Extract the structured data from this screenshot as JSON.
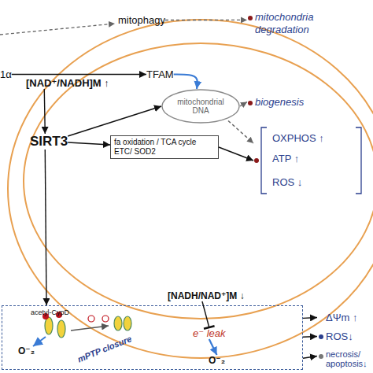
{
  "diagram": {
    "nodes": [
      {
        "text": [
          "mitophagy"
        ]
      },
      {
        "text": [
          "mitochondria degradation"
        ]
      },
      {
        "text": [
          "1α"
        ]
      },
      {
        "text": [
          "TFAM"
        ]
      },
      {
        "text": [
          "mitochondrial DNA"
        ]
      },
      {
        "text": [
          "biogenesis"
        ]
      },
      {
        "text": [
          "[NAD⁺/NADH]M ↑"
        ]
      },
      {
        "text": [
          "SIRT3"
        ]
      },
      {
        "text": [
          "fa oxidation / TCA cycle ETC/ SOD2"
        ]
      },
      {
        "text": [
          "OXPHOS ↑",
          "ATP ↑",
          "ROS ↓"
        ]
      },
      {
        "text": [
          "acetyl-CypD",
          "O⁻₂",
          "mPTP closure"
        ]
      },
      {
        "text": [
          "[NADH/NAD⁺]M ↓"
        ]
      },
      {
        "text": [
          "e⁻ leak"
        ],
        "in": 10
      },
      {
        "text": [
          "O⁻₂"
        ],
        "in": 10
      },
      {
        "text": [
          "ΔΨm ↑"
        ]
      },
      {
        "text": [
          "ROS↓"
        ]
      },
      {
        "text": [
          "necrosis/ apoptosis↓"
        ]
      }
    ],
    "edges": [
      {
        "from": 0,
        "to": 1,
        "arrow": "to"
      },
      {
        "from": 2,
        "to": 3,
        "arrow": "to"
      },
      {
        "from": 3,
        "to": 4,
        "arrow": "to"
      },
      {
        "from": 4,
        "to": 5,
        "arrow": "to"
      },
      {
        "from": 6,
        "to": 7,
        "arrow": "to"
      },
      {
        "from": 7,
        "to": 4,
        "arrow": "to"
      },
      {
        "from": 7,
        "to": 8,
        "arrow": "to"
      },
      {
        "from": 8,
        "to": 9,
        "arrow": "to"
      },
      {
        "from": 4,
        "to": 9,
        "arrow": "to"
      },
      {
        "from": 7,
        "to": 10,
        "arrow": "to"
      },
      {
        "from": 11,
        "to": 12,
        "arrow": "to"
      },
      {
        "from": 12,
        "to": 13,
        "arrow": "to"
      },
      {
        "from": 10,
        "to": 14,
        "arrow": "to"
      },
      {
        "from": 10,
        "to": 15,
        "arrow": "to"
      },
      {
        "from": 10,
        "to": 16,
        "arrow": "to"
      }
    ]
  }
}
